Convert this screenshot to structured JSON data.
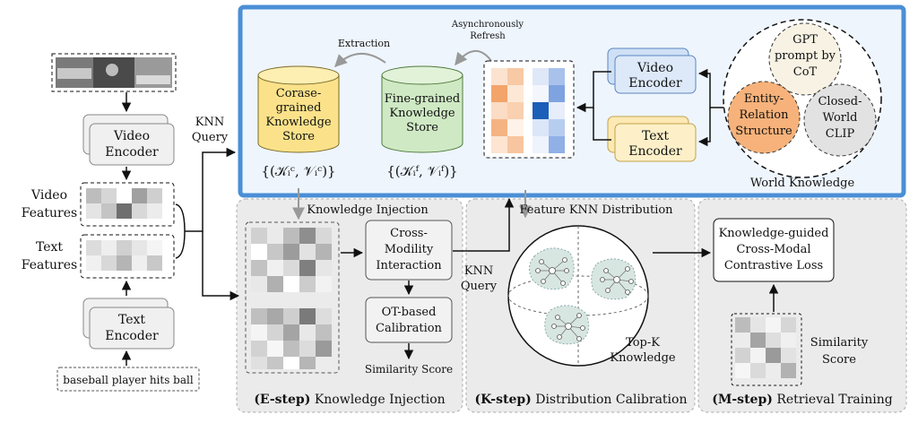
{
  "left_pipeline": {
    "video_encoder": [
      "Video",
      "Encoder"
    ],
    "video_features": [
      "Video",
      "Features"
    ],
    "text_features": [
      "Text",
      "Features"
    ],
    "text_encoder": [
      "Text",
      "Encoder"
    ],
    "caption": "baseball player hits ball",
    "knn_query": [
      "KNN",
      "Query"
    ]
  },
  "knowledge_store": {
    "extraction": "Extraction",
    "async_refresh": [
      "Asynchronously",
      "Refresh"
    ],
    "coarse_store": [
      "Corase-",
      "grained",
      "Knowledge",
      "Store"
    ],
    "fine_store": [
      "Fine-grained",
      "Knowledge",
      "Store"
    ],
    "coarse_formula": "{(𝒦ᵢᶜ, 𝒱ᵢᶜ)}",
    "fine_formula": "{(𝒦ᵢᶠ, 𝒱ᵢᶠ)}",
    "video_encoder": [
      "Video",
      "Encoder"
    ],
    "text_encoder": [
      "Text",
      "Encoder"
    ],
    "gpt": [
      "GPT",
      "prompt by",
      "CoT"
    ],
    "entity": [
      "Entity-",
      "Relation",
      "Structure"
    ],
    "clip": [
      "Closed-",
      "World",
      "CLIP"
    ],
    "world_knowledge": "World Knowledge"
  },
  "e_step": {
    "top_label": "Knowledge Injection",
    "cross_modality": [
      "Cross-",
      "Modility",
      "Interaction"
    ],
    "ot_calibration": [
      "OT-based",
      "Calibration"
    ],
    "similarity_score": "Similarity Score",
    "title_bold": "(E-step)",
    "title_rest": "Knowledge Injection"
  },
  "k_step": {
    "top_label": "Feature KNN Distribution",
    "knn_query": [
      "KNN",
      "Query"
    ],
    "topk": [
      "Top-K",
      "Knowledge"
    ],
    "title_bold": "(K-step)",
    "title_rest": "Distribution Calibration"
  },
  "m_step": {
    "loss": [
      "Knowledge-guided",
      "Cross-Modal",
      "Contrastive Loss"
    ],
    "similarity": [
      "Similarity",
      "Score"
    ],
    "title_bold": "(M-step)",
    "title_rest": "Retrieval Training"
  },
  "colors": {
    "blue_border": "#4a8fd6",
    "blue_fill": "#eef5fd",
    "coarse_store": "#fbe28a",
    "fine_store": "#cfe9c4",
    "encoder_blue": "#cfe0f6",
    "encoder_yellow": "#fde9b4",
    "entity_orange": "#f6b27a",
    "gpt_fill": "#f7f2e3",
    "clip_fill": "#e2e2e2",
    "step_bg": "#ebebeb"
  }
}
